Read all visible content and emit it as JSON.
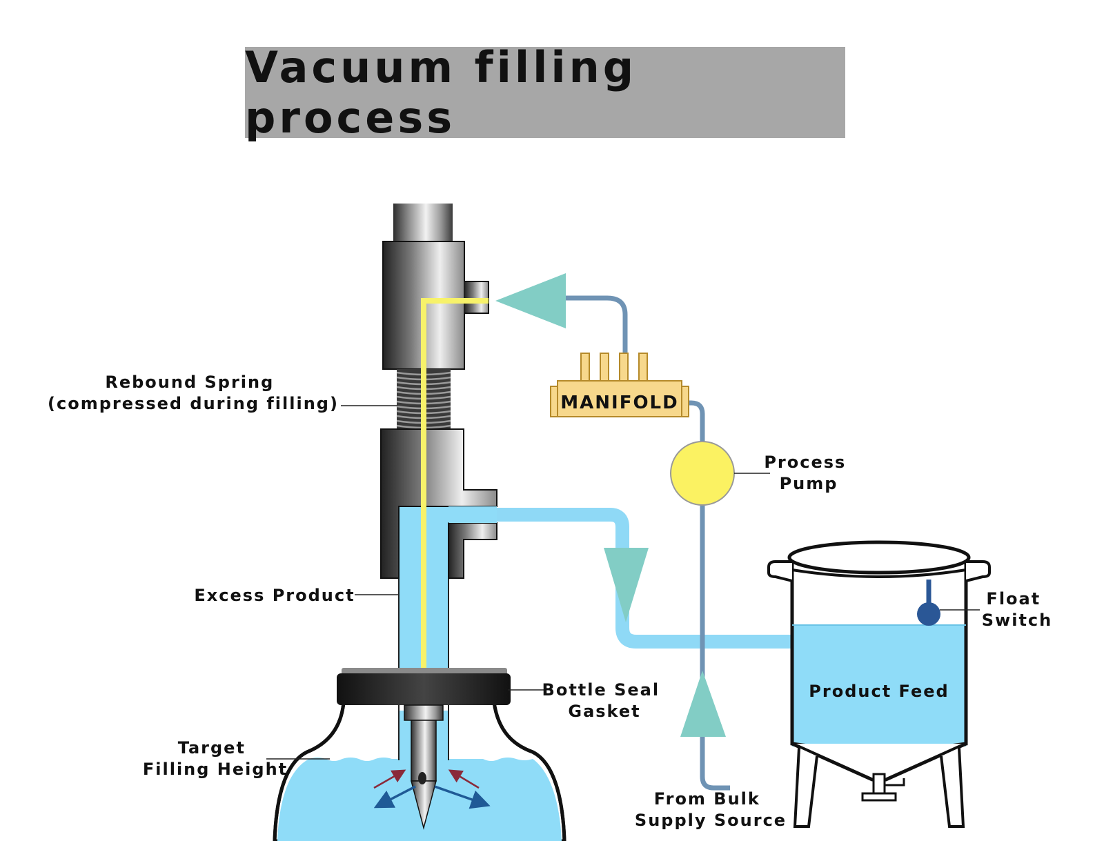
{
  "title": "Vacuum filling process",
  "labels": {
    "rebound_spring": [
      "Rebound Spring",
      "(compressed during filling)"
    ],
    "excess_product": "Excess Product",
    "target_filling_height": [
      "Target",
      "Filling Height"
    ],
    "bottle_seal_gasket": [
      "Bottle Seal",
      "Gasket"
    ],
    "manifold": "MANIFOLD",
    "process_pump": [
      "Process",
      "Pump"
    ],
    "float_switch": [
      "Float",
      "Switch"
    ],
    "product_feed": "Product Feed",
    "from_bulk_supply": [
      "From Bulk",
      "Supply Source"
    ]
  },
  "colors": {
    "title_bar": "#a7a7a7",
    "product_liquid": "#8fdcf8",
    "product_line": "#8fd9f6",
    "vacuum_line": "#6f93b4",
    "vent_tube": "#f7f26a",
    "flow_arrow": "#82cdc5",
    "manifold": "#f7d88c",
    "pump": "#fbf262",
    "float_switch": "#2a5796",
    "steel_dark": "#333333",
    "steel_light": "#f0f0f0"
  }
}
